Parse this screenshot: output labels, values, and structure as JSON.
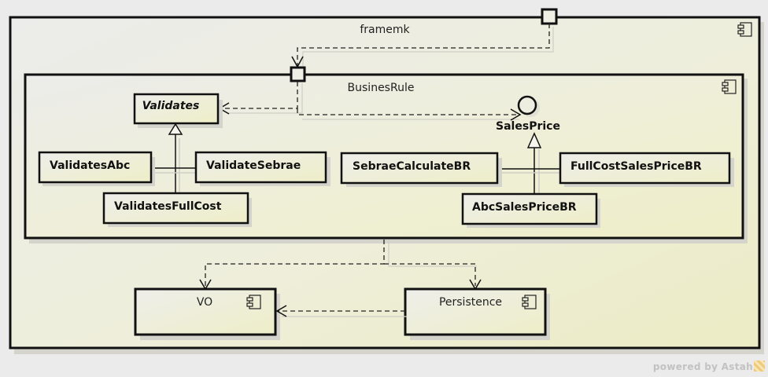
{
  "diagram": {
    "type": "UML component diagram",
    "components": {
      "framemk": {
        "name": "framemk",
        "icon": "component-icon"
      },
      "business_rule": {
        "name": "BusinesRule",
        "icon": "component-icon"
      },
      "vo": {
        "name": "VO",
        "icon": "component-icon"
      },
      "persistence": {
        "name": "Persistence",
        "icon": "component-icon"
      }
    },
    "classes": {
      "validates": {
        "name": "Validates",
        "abstract": true
      },
      "validates_abc": {
        "name": "ValidatesAbc"
      },
      "validate_sebrae": {
        "name": "ValidateSebrae"
      },
      "validates_full_cost": {
        "name": "ValidatesFullCost"
      },
      "sebrae_calculate_br": {
        "name": "SebraeCalculateBR"
      },
      "full_cost_sales_price_br": {
        "name": "FullCostSalesPriceBR"
      },
      "abc_sales_price_br": {
        "name": "AbcSalesPriceBR"
      }
    },
    "interfaces": {
      "sales_price": {
        "name": "SalesPrice"
      }
    },
    "relationships": [
      {
        "from": "framemk port",
        "to": "BusinesRule port",
        "kind": "dependency"
      },
      {
        "from": "BusinesRule port",
        "to": "Validates",
        "kind": "dependency"
      },
      {
        "from": "BusinesRule port",
        "to": "SalesPrice",
        "kind": "dependency"
      },
      {
        "from": "ValidatesAbc",
        "to": "Validates",
        "kind": "generalization"
      },
      {
        "from": "ValidateSebrae",
        "to": "Validates",
        "kind": "generalization"
      },
      {
        "from": "ValidatesFullCost",
        "to": "Validates",
        "kind": "generalization"
      },
      {
        "from": "SebraeCalculateBR",
        "to": "SalesPrice",
        "kind": "realization"
      },
      {
        "from": "FullCostSalesPriceBR",
        "to": "SalesPrice",
        "kind": "realization"
      },
      {
        "from": "AbcSalesPriceBR",
        "to": "SalesPrice",
        "kind": "realization"
      },
      {
        "from": "BusinesRule",
        "to": "VO",
        "kind": "dependency"
      },
      {
        "from": "BusinesRule",
        "to": "Persistence",
        "kind": "dependency"
      },
      {
        "from": "Persistence",
        "to": "VO",
        "kind": "dependency"
      }
    ]
  },
  "footer": {
    "powered_by": "powered by Astah"
  }
}
